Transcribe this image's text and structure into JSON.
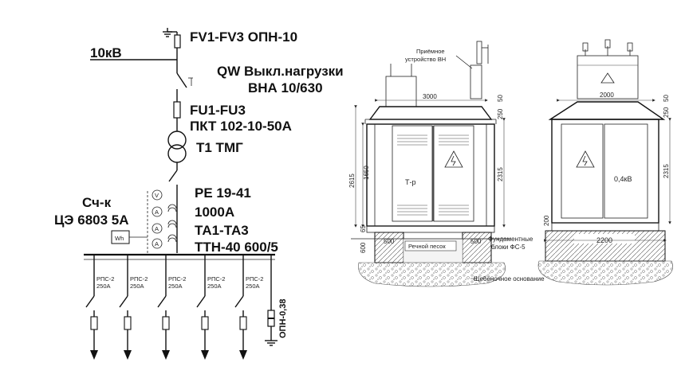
{
  "schematic": {
    "voltage_label": "10кВ",
    "arrester_label": "FV1-FV3 ОПН-10",
    "switch_label_1": "QW Выкл.нагрузки",
    "switch_label_2": "ВНА 10/630",
    "fuse_label_1": "FU1-FU3",
    "fuse_label_2": "ПКТ 102-10-50А",
    "transformer_label": "Т1 ТМГ",
    "switch_lv_label_1": "РЕ 19-41",
    "switch_lv_label_2": "1000А",
    "ct_label_1": "ТА1-ТА3",
    "ct_label_2": "ТТН-40 600/5",
    "meter_label_1": "Сч-к",
    "meter_label_2": "ЦЭ 6803 5А",
    "meter_symbol": "Wh",
    "voltmeter_symbol": "V",
    "ammeter_symbol": "A",
    "feeders": [
      {
        "name": "РПС-2",
        "rating": "250А"
      },
      {
        "name": "РПС-2",
        "rating": "250А"
      },
      {
        "name": "РПС-2",
        "rating": "250А"
      },
      {
        "name": "РПС-2",
        "rating": "250А"
      },
      {
        "name": "РПС-2",
        "rating": "250А"
      }
    ],
    "lv_arrester_label": "ОПН-0,38"
  },
  "front_view": {
    "inlet_label_1": "Приёмное",
    "inlet_label_2": "устройство ВН",
    "dim_width": "3000",
    "dim_50": "50",
    "dim_250": "250",
    "dim_1650": "1650",
    "dim_2315": "2315",
    "dim_2615": "2615",
    "dim_65": "65",
    "dim_600": "600",
    "dim_500_left": "500",
    "dim_500_right": "500",
    "door_label": "Т-р",
    "sand_label": "Речной песок",
    "foundation_label_1": "Фундаментные",
    "foundation_label_2": "блоки ФС-5",
    "gravel_label": "Щебёночное основание"
  },
  "side_view": {
    "dim_top": "2000",
    "dim_bottom": "2200",
    "dim_200": "200",
    "dim_2315": "2315",
    "dim_50": "50",
    "dim_250": "250",
    "door_label": "0,4кВ"
  }
}
